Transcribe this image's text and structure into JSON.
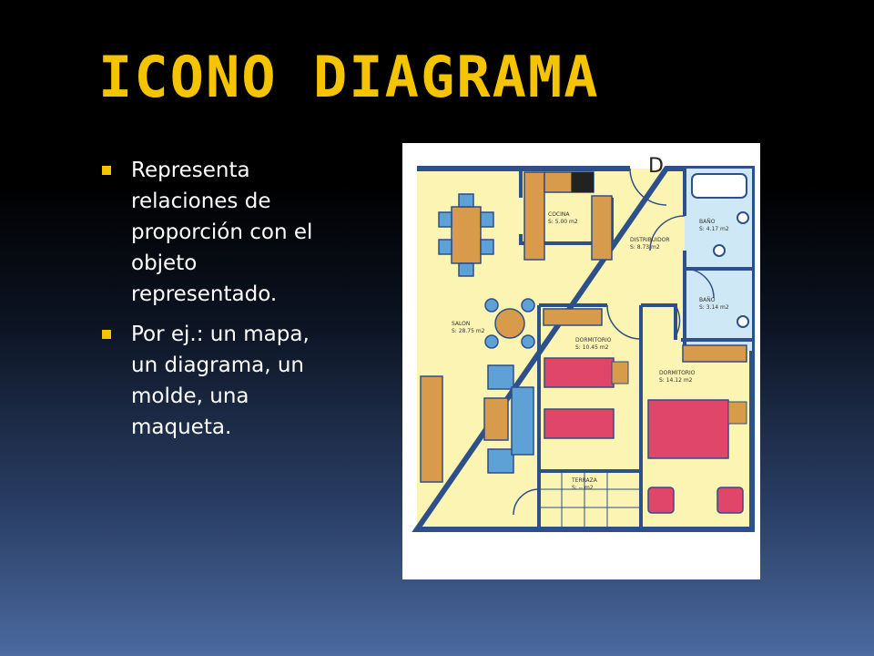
{
  "slide": {
    "title": "ICONO DIAGRAMA",
    "bullets": [
      "Representa relaciones de proporción con el objeto representado.",
      "Por ej.: un mapa, un diagrama, un molde, una maqueta."
    ]
  },
  "floorplan": {
    "door_mark": "D",
    "rooms": {
      "cocina": "COCINA",
      "cocina_area": "S: 5.00 m2",
      "distribuidor": "DISTRIBUIDOR",
      "distribuidor_area": "S: 8.73 m2",
      "bano1": "BAÑO",
      "bano1_area": "S: 4.17 m2",
      "bano2": "BAÑO",
      "bano2_area": "S: 3.14 m2",
      "salon": "SALON",
      "salon_area": "S: 28.75 m2",
      "dormitorio1": "DORMITORIO",
      "dormitorio1_area": "S: 10.45 m2",
      "dormitorio2": "DORMITORIO",
      "dormitorio2_area": "S: 14.12 m2",
      "terraza": "TERRAZA",
      "terraza_area": "S: -- m2"
    }
  },
  "colors": {
    "title": "#f5c400",
    "bullet_marker": "#f5c400",
    "wall": "#2d4f8a",
    "floor": "#fbf4b2",
    "furniture_blue": "#5ea1d6",
    "furniture_brown": "#d89a4b",
    "bed_red": "#e0466a"
  }
}
